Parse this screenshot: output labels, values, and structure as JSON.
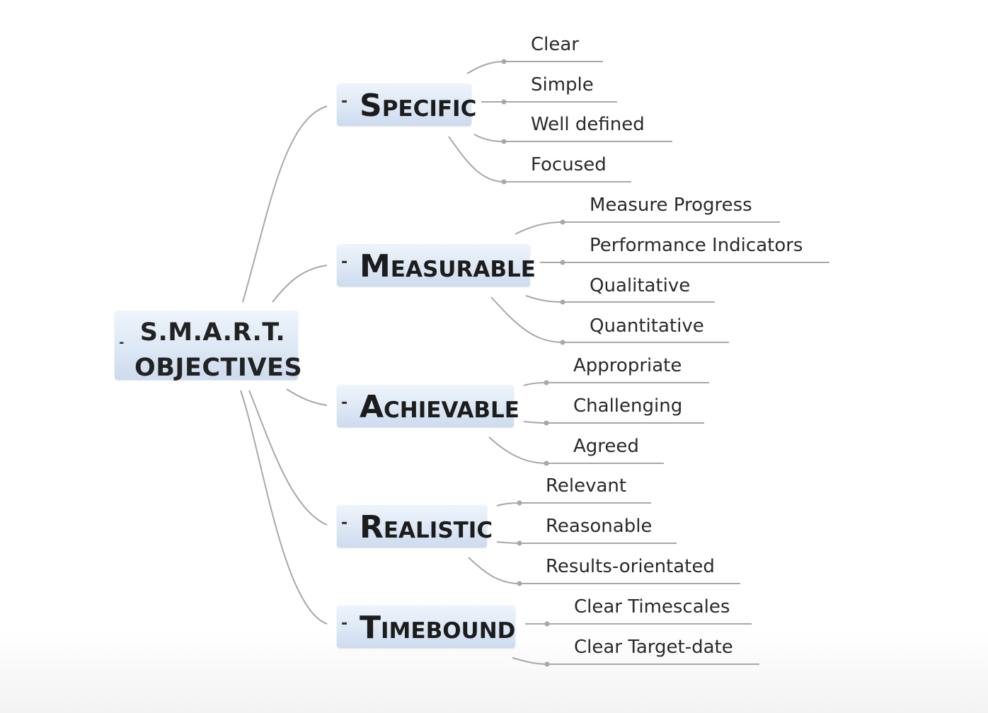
{
  "root": {
    "label": "S.M.A.R.T. OBJECTIVES",
    "collapse": "-"
  },
  "categories": [
    {
      "label": "Specific",
      "collapse": "-",
      "items": [
        "Clear",
        "Simple",
        "Well defined",
        "Focused"
      ]
    },
    {
      "label": "Measurable",
      "collapse": "-",
      "items": [
        "Measure Progress",
        "Performance Indicators",
        "Qualitative",
        "Quantitative"
      ]
    },
    {
      "label": "Achievable",
      "collapse": "-",
      "items": [
        "Appropriate",
        "Challenging",
        "Agreed"
      ]
    },
    {
      "label": "Realistic",
      "collapse": "-",
      "items": [
        "Relevant",
        "Reasonable",
        "Results-orientated"
      ]
    },
    {
      "label": "Timebound",
      "collapse": "-",
      "items": [
        "Clear Timescales",
        "Clear Target-date"
      ]
    }
  ],
  "colors": {
    "node_fill": "#dde8f5",
    "connector": "#a8a8a8",
    "text": "#1a1a1a"
  }
}
